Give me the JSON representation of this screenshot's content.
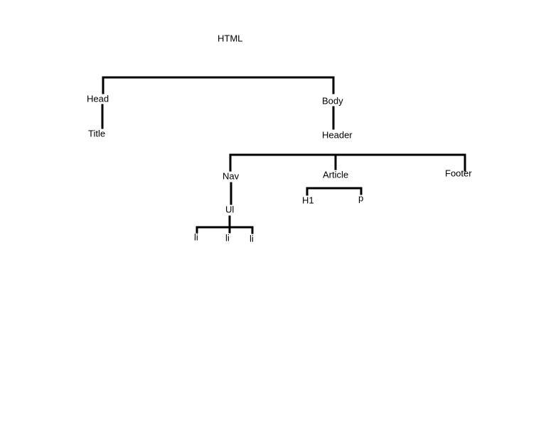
{
  "diagram": {
    "nodes": {
      "html": "HTML",
      "head": "Head",
      "title": "Title",
      "body": "Body",
      "header": "Header",
      "nav": "Nav",
      "article": "Article",
      "footer": "Footer",
      "h1": "H1",
      "p": "p",
      "ul": "Ul",
      "li1": "li",
      "li2": "li",
      "li3": "li"
    },
    "line_color": "#000000",
    "background_color": "#ffffff"
  }
}
